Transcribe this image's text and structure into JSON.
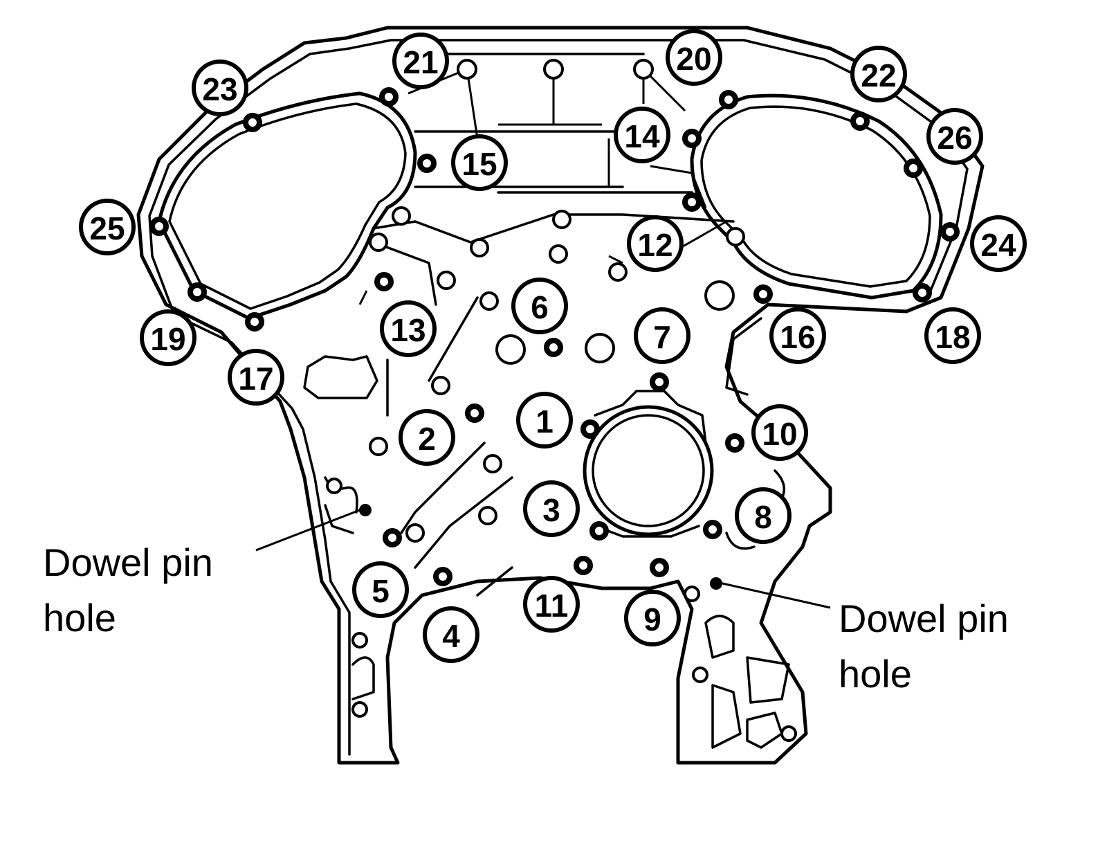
{
  "callouts": [
    "1",
    "2",
    "3",
    "4",
    "5",
    "6",
    "7",
    "8",
    "9",
    "10",
    "11",
    "12",
    "13",
    "14",
    "15",
    "16",
    "17",
    "18",
    "19",
    "20",
    "21",
    "22",
    "23",
    "24",
    "25",
    "26"
  ],
  "labels": {
    "left": {
      "line1": "Dowel pin",
      "line2": "hole"
    },
    "right": {
      "line1": "Dowel pin",
      "line2": "hole"
    }
  },
  "colors": {
    "ink": "#000000",
    "paper": "#ffffff"
  }
}
